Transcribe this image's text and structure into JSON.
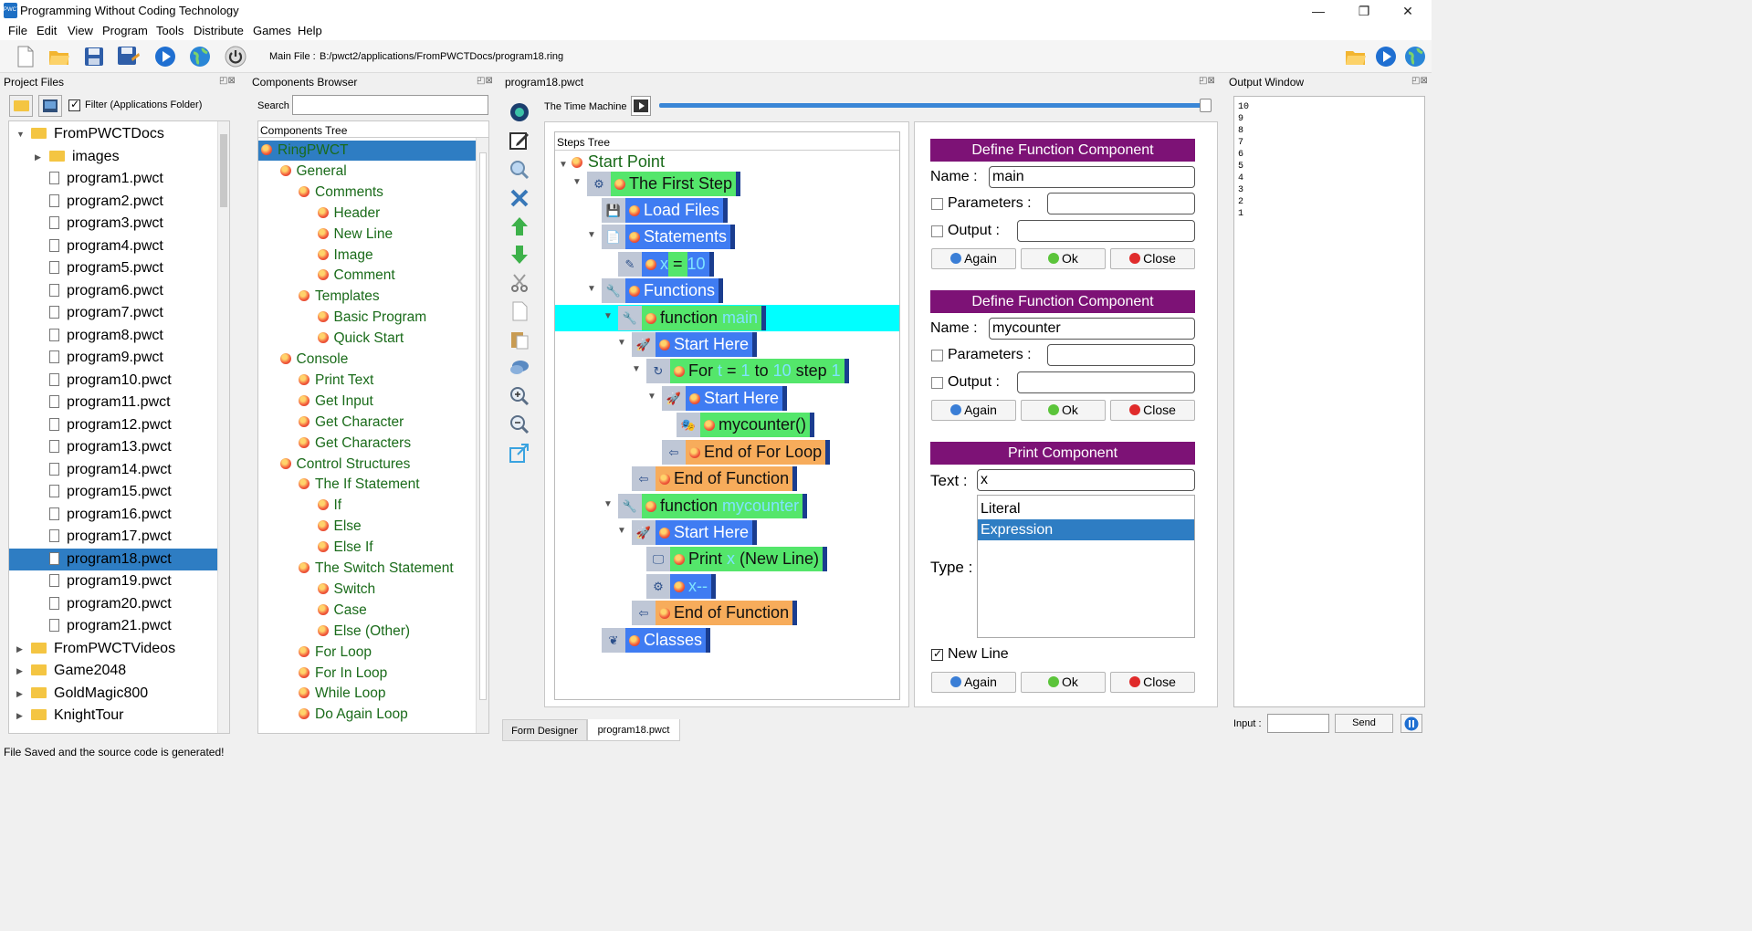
{
  "window": {
    "title": "Programming Without Coding Technology",
    "icon_text": "PWCT",
    "minimize": "—",
    "maximize": "❐",
    "close": "✕"
  },
  "menu": [
    "File",
    "Edit",
    "View",
    "Program",
    "Tools",
    "Distribute",
    "Games",
    "Help"
  ],
  "toolbar": {
    "main_file_label": "Main File :",
    "main_file_path": "B:/pwct2/applications/FromPWCTDocs/program18.ring"
  },
  "project_files": {
    "title": "Project Files",
    "filter_label": "Filter (Applications Folder)",
    "items": [
      {
        "label": "FromPWCTDocs",
        "type": "folder",
        "expanded": true
      },
      {
        "label": "images",
        "type": "folder"
      },
      {
        "label": "program1.pwct",
        "type": "file"
      },
      {
        "label": "program2.pwct",
        "type": "file"
      },
      {
        "label": "program3.pwct",
        "type": "file"
      },
      {
        "label": "program4.pwct",
        "type": "file"
      },
      {
        "label": "program5.pwct",
        "type": "file"
      },
      {
        "label": "program6.pwct",
        "type": "file"
      },
      {
        "label": "program7.pwct",
        "type": "file"
      },
      {
        "label": "program8.pwct",
        "type": "file"
      },
      {
        "label": "program9.pwct",
        "type": "file"
      },
      {
        "label": "program10.pwct",
        "type": "file"
      },
      {
        "label": "program11.pwct",
        "type": "file"
      },
      {
        "label": "program12.pwct",
        "type": "file"
      },
      {
        "label": "program13.pwct",
        "type": "file"
      },
      {
        "label": "program14.pwct",
        "type": "file"
      },
      {
        "label": "program15.pwct",
        "type": "file"
      },
      {
        "label": "program16.pwct",
        "type": "file"
      },
      {
        "label": "program17.pwct",
        "type": "file"
      },
      {
        "label": "program18.pwct",
        "type": "file",
        "selected": true
      },
      {
        "label": "program19.pwct",
        "type": "file"
      },
      {
        "label": "program20.pwct",
        "type": "file"
      },
      {
        "label": "program21.pwct",
        "type": "file"
      },
      {
        "label": "FromPWCTVideos",
        "type": "folder"
      },
      {
        "label": "Game2048",
        "type": "folder"
      },
      {
        "label": "GoldMagic800",
        "type": "folder"
      },
      {
        "label": "KnightTour",
        "type": "folder"
      }
    ]
  },
  "components": {
    "title": "Components Browser",
    "search_label": "Search",
    "search_value": "",
    "tree_header": "Components Tree",
    "items": [
      {
        "label": "RingPWCT",
        "level": 0,
        "selected": true
      },
      {
        "label": "General",
        "level": 1
      },
      {
        "label": "Comments",
        "level": 2
      },
      {
        "label": "Header",
        "level": 3
      },
      {
        "label": "New Line",
        "level": 3
      },
      {
        "label": "Image",
        "level": 3
      },
      {
        "label": "Comment",
        "level": 3
      },
      {
        "label": "Templates",
        "level": 2
      },
      {
        "label": "Basic Program",
        "level": 3
      },
      {
        "label": "Quick Start",
        "level": 3
      },
      {
        "label": "Console",
        "level": 1
      },
      {
        "label": "Print Text",
        "level": 2
      },
      {
        "label": "Get Input",
        "level": 2
      },
      {
        "label": "Get Character",
        "level": 2
      },
      {
        "label": "Get Characters",
        "level": 2
      },
      {
        "label": "Control Structures",
        "level": 1
      },
      {
        "label": "The If Statement",
        "level": 2
      },
      {
        "label": "If",
        "level": 3
      },
      {
        "label": "Else",
        "level": 3
      },
      {
        "label": "Else If",
        "level": 3
      },
      {
        "label": "The Switch Statement",
        "level": 2
      },
      {
        "label": "Switch",
        "level": 3
      },
      {
        "label": "Case",
        "level": 3
      },
      {
        "label": "Else (Other)",
        "level": 3
      },
      {
        "label": "For Loop",
        "level": 2
      },
      {
        "label": "For In Loop",
        "level": 2
      },
      {
        "label": "While Loop",
        "level": 2
      },
      {
        "label": "Do Again Loop",
        "level": 2
      }
    ]
  },
  "editor": {
    "title": "program18.pwct",
    "time_machine_label": "The Time Machine",
    "steps_tree_header": "Steps Tree",
    "start_point": "Start Point",
    "steps": [
      {
        "icon": "gear-icon",
        "parts": [
          [
            "The First Step",
            "gr"
          ]
        ]
      },
      {
        "icon": "save-icon",
        "parts": [
          [
            "Load Files",
            "bl"
          ]
        ]
      },
      {
        "icon": "document-icon",
        "parts": [
          [
            "Statements",
            "bl"
          ]
        ]
      },
      {
        "icon": "edit-icon",
        "parts": [
          [
            "x",
            "cy"
          ],
          [
            " = ",
            "gr"
          ],
          [
            "10",
            "cy"
          ]
        ]
      },
      {
        "icon": "wrench-icon",
        "parts": [
          [
            "Functions",
            "bl"
          ]
        ]
      },
      {
        "icon": "wrench-icon",
        "parts": [
          [
            "function ",
            "gr"
          ],
          [
            "main",
            "cy"
          ]
        ]
      },
      {
        "icon": "rocket-icon",
        "parts": [
          [
            "Start Here",
            "bl"
          ]
        ]
      },
      {
        "icon": "loop-icon",
        "parts": [
          [
            "For ",
            "gr"
          ],
          [
            "t",
            "cy"
          ],
          [
            " = ",
            "gr"
          ],
          [
            "1",
            "cy"
          ],
          [
            " to ",
            "gr"
          ],
          [
            "10",
            "cy"
          ],
          [
            " step ",
            "gr"
          ],
          [
            "1",
            "cy"
          ]
        ]
      },
      {
        "icon": "rocket-icon",
        "parts": [
          [
            "Start Here",
            "bl"
          ]
        ]
      },
      {
        "icon": "masks-icon",
        "parts": [
          [
            "mycounter()",
            "gr"
          ]
        ]
      },
      {
        "icon": "end-icon",
        "parts": [
          [
            "End of For Loop",
            "or"
          ]
        ]
      },
      {
        "icon": "end-icon",
        "parts": [
          [
            "End of Function",
            "or"
          ]
        ]
      },
      {
        "icon": "wrench-icon",
        "parts": [
          [
            "function ",
            "gr"
          ],
          [
            "mycounter",
            "cy"
          ]
        ]
      },
      {
        "icon": "rocket-icon",
        "parts": [
          [
            "Start Here",
            "bl"
          ]
        ]
      },
      {
        "icon": "monitor-icon",
        "parts": [
          [
            "Print ",
            "gr"
          ],
          [
            "x",
            "cy"
          ],
          [
            " (New Line)",
            "gr"
          ]
        ]
      },
      {
        "icon": "gear-icon",
        "parts": [
          [
            "x--",
            "cy"
          ]
        ]
      },
      {
        "icon": "end-icon",
        "parts": [
          [
            "End of Function",
            "or"
          ]
        ]
      },
      {
        "icon": "leaf-icon",
        "parts": [
          [
            "Classes",
            "bl"
          ]
        ]
      }
    ]
  },
  "forms": {
    "define1": {
      "title": "Define Function Component",
      "name_label": "Name :",
      "name_value": "main",
      "params_label": "Parameters :",
      "output_label": "Output :"
    },
    "define2": {
      "title": "Define Function Component",
      "name_label": "Name :",
      "name_value": "mycounter",
      "params_label": "Parameters :",
      "output_label": "Output :"
    },
    "print": {
      "title": "Print Component",
      "text_label": "Text :",
      "text_value": "x",
      "type_label": "Type :",
      "type_options": [
        "Literal",
        "Expression"
      ],
      "type_selected": "Expression",
      "newline_label": "New Line"
    },
    "again": "Again",
    "ok": "Ok",
    "close": "Close"
  },
  "output": {
    "title": "Output Window",
    "lines": [
      "10",
      "9",
      "8",
      "7",
      "6",
      "5",
      "4",
      "3",
      "2",
      "1"
    ],
    "input_label": "Input :",
    "send_label": "Send"
  },
  "tabs": {
    "form_designer": "Form Designer",
    "program": "program18.pwct"
  },
  "status": "File Saved and the source code is generated!",
  "colors": {
    "selection": "#2e7dc3",
    "form_header": "#7d1276",
    "step_blue": "#3f7cf2",
    "step_green": "#54e66b",
    "step_orange": "#f7ac5b",
    "highlight": "#00ffff"
  }
}
